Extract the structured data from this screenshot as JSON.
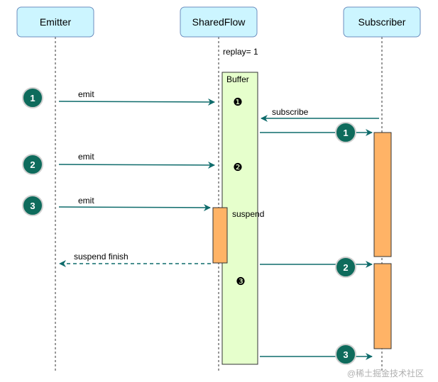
{
  "lifelines": {
    "emitter": "Emitter",
    "sharedflow": "SharedFlow",
    "subscriber": "Subscriber"
  },
  "replay_label": "replay= 1",
  "buffer_label": "Buffer",
  "buffer_slots": [
    "❶",
    "❷",
    "❸"
  ],
  "emit_steps": [
    "1",
    "2",
    "3"
  ],
  "messages": {
    "emit_1": "emit",
    "emit_2": "emit",
    "emit_3": "emit",
    "subscribe": "subscribe",
    "suspend": "suspend",
    "suspend_finish": "suspend finish"
  },
  "delivery_steps": [
    "1",
    "2",
    "3"
  ],
  "watermark": "@稀土掘金技术社区",
  "colors": {
    "header_fill": "#ccf5ff",
    "header_stroke": "#6c8ebf",
    "buffer_fill": "#e6ffcc",
    "activation_fill": "#ffb366",
    "arrow": "#0e6b6b",
    "circle_fill": "#0e6b5c"
  }
}
